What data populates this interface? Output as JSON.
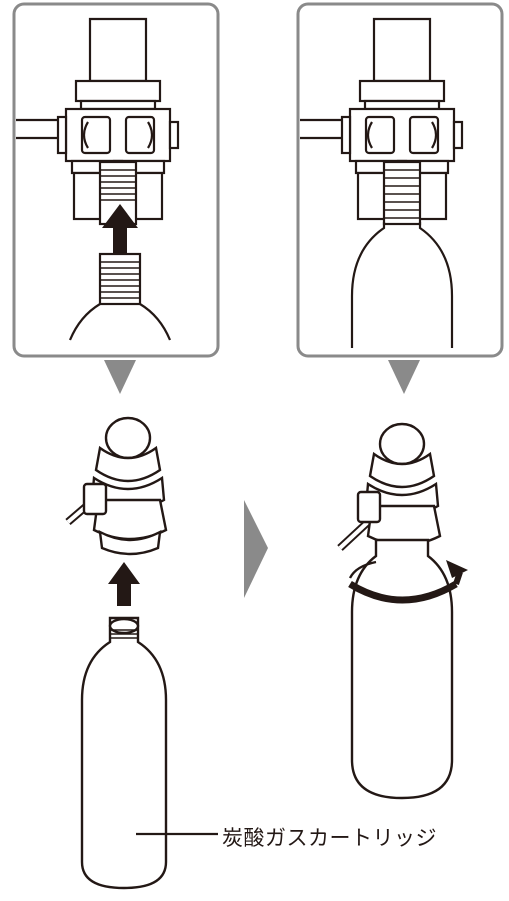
{
  "figure": {
    "callout_label": "炭酸ガスカートリッジ",
    "colors": {
      "line": "#231815",
      "frame": "#8a8a8a",
      "pointer": "#8a8a8a",
      "fill": "#ffffff"
    },
    "panels": [
      {
        "id": "detail-before",
        "content": "regulator-head-with-cartridge-neck-and-insert-arrow"
      },
      {
        "id": "detail-after",
        "content": "regulator-head-with-cartridge-screwed-in"
      }
    ],
    "steps": [
      {
        "id": "step-insert",
        "content": "cartridge-below-regulator-with-up-arrow"
      },
      {
        "id": "step-attached",
        "content": "cartridge-attached-with-rotation-arrow"
      }
    ],
    "step_separator_icon": "right-triangle-icon"
  }
}
